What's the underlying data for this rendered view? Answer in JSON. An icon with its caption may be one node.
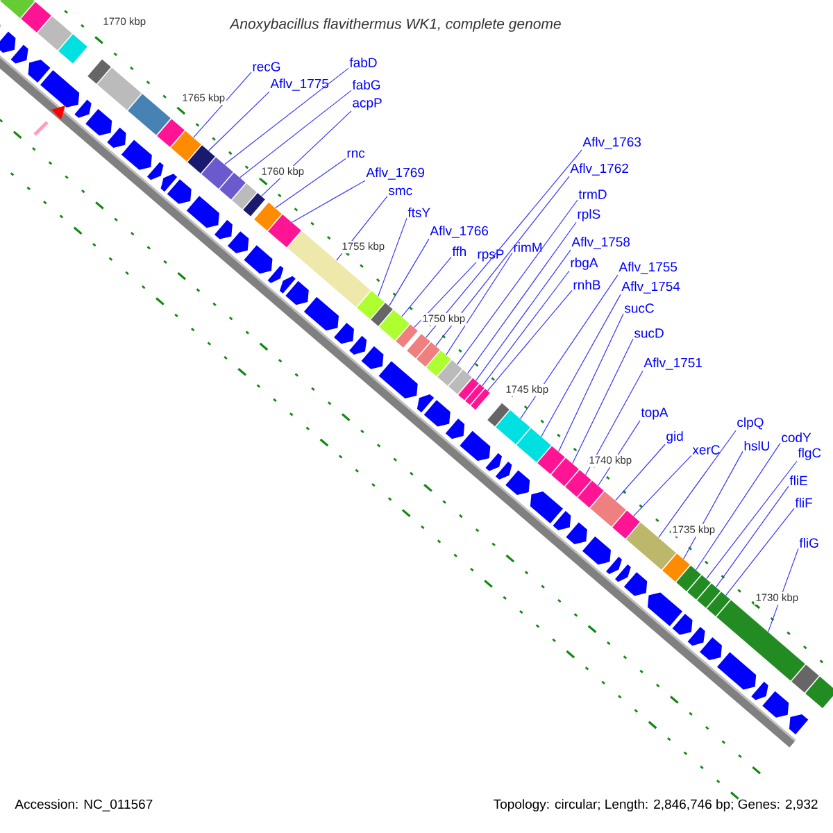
{
  "diagram": {
    "title": "Anoxybacillus flavithermus WK1, complete genome",
    "nodes": [
      {
        "text": [
          "recG"
        ]
      },
      {
        "text": [
          "Aflv_1775"
        ]
      },
      {
        "text": [
          "fabD"
        ]
      },
      {
        "text": [
          "fabG"
        ]
      },
      {
        "text": [
          "acpP"
        ]
      },
      {
        "text": [
          "rnc"
        ]
      },
      {
        "text": [
          "Aflv_1769"
        ]
      },
      {
        "text": [
          "smc"
        ]
      },
      {
        "text": [
          "ftsY"
        ]
      },
      {
        "text": [
          "Aflv_1766"
        ]
      },
      {
        "text": [
          "ffh"
        ]
      },
      {
        "text": [
          "rpsP"
        ]
      },
      {
        "text": [
          "rimM"
        ]
      },
      {
        "text": [
          "Aflv_1763"
        ]
      },
      {
        "text": [
          "Aflv_1762"
        ]
      },
      {
        "text": [
          "trmD"
        ]
      },
      {
        "text": [
          "rplS"
        ]
      },
      {
        "text": [
          "Aflv_1758"
        ]
      },
      {
        "text": [
          "rbgA"
        ]
      },
      {
        "text": [
          "rnhB"
        ]
      },
      {
        "text": [
          "Aflv_1755"
        ]
      },
      {
        "text": [
          "Aflv_1754"
        ]
      },
      {
        "text": [
          "sucC"
        ]
      },
      {
        "text": [
          "sucD"
        ]
      },
      {
        "text": [
          "Aflv_1751"
        ]
      },
      {
        "text": [
          "topA"
        ]
      },
      {
        "text": [
          "gid"
        ]
      },
      {
        "text": [
          "xerC"
        ]
      },
      {
        "text": [
          "clpQ"
        ]
      },
      {
        "text": [
          "hslU"
        ]
      },
      {
        "text": [
          "codY"
        ]
      },
      {
        "text": [
          "flgC"
        ]
      },
      {
        "text": [
          "fliE"
        ]
      },
      {
        "text": [
          "fliF"
        ]
      },
      {
        "text": [
          "fliG"
        ]
      },
      {
        "text": [],
        "shape": "bar"
      },
      {
        "text": [],
        "shape": "bar"
      },
      {
        "text": [],
        "shape": "bar"
      },
      {
        "text": [],
        "shape": "bar"
      },
      {
        "text": [],
        "shape": "bar"
      },
      {
        "text": [],
        "shape": "bar"
      },
      {
        "text": [],
        "shape": "bar"
      },
      {
        "text": [],
        "shape": "bar"
      },
      {
        "text": [],
        "shape": "bar"
      },
      {
        "text": [],
        "shape": "bar"
      },
      {
        "text": [],
        "shape": "bar"
      },
      {
        "text": [],
        "shape": "bar"
      },
      {
        "text": [],
        "shape": "bar"
      },
      {
        "text": [],
        "shape": "bar"
      },
      {
        "text": [],
        "shape": "bar"
      },
      {
        "text": [],
        "shape": "bar"
      },
      {
        "text": [],
        "shape": "bar"
      },
      {
        "text": [],
        "shape": "bar"
      },
      {
        "text": [],
        "shape": "bar"
      },
      {
        "text": [],
        "shape": "bar"
      },
      {
        "text": [],
        "shape": "bar"
      },
      {
        "text": [],
        "shape": "bar"
      },
      {
        "text": [],
        "shape": "bar"
      },
      {
        "text": [],
        "shape": "bar"
      },
      {
        "text": [],
        "shape": "bar"
      },
      {
        "text": [],
        "shape": "bar"
      },
      {
        "text": [],
        "shape": "bar"
      },
      {
        "text": [],
        "shape": "bar"
      },
      {
        "text": [],
        "shape": "bar"
      },
      {
        "text": [],
        "shape": "bar"
      },
      {
        "text": [],
        "shape": "bar"
      },
      {
        "text": [],
        "shape": "bar"
      },
      {
        "text": [],
        "shape": "bar"
      },
      {
        "text": [],
        "shape": "bar"
      },
      {
        "text": [],
        "shape": "bar"
      },
      {
        "text": [],
        "shape": "bar"
      },
      {
        "text": [],
        "shape": "bar"
      },
      {
        "text": [],
        "shape": "bar"
      },
      {
        "text": [],
        "shape": "bar"
      },
      {
        "text": [],
        "shape": "bar"
      },
      {
        "text": [],
        "shape": "bar"
      },
      {
        "text": [],
        "shape": "bar"
      },
      {
        "text": [],
        "shape": "bar"
      },
      {
        "text": [],
        "shape": "bar"
      },
      {
        "text": [],
        "shape": "bar"
      },
      {
        "text": [],
        "shape": "bar"
      },
      {
        "text": [],
        "shape": "bar"
      }
    ],
    "edges": [
      {
        "from": 0,
        "to": 43,
        "arrow": "none"
      },
      {
        "from": 1,
        "to": 44,
        "arrow": "none"
      },
      {
        "from": 2,
        "to": 45,
        "arrow": "none"
      },
      {
        "from": 3,
        "to": 46,
        "arrow": "none"
      },
      {
        "from": 4,
        "to": 48,
        "arrow": "none"
      },
      {
        "from": 5,
        "to": 49,
        "arrow": "none"
      },
      {
        "from": 6,
        "to": 50,
        "arrow": "none"
      },
      {
        "from": 7,
        "to": 51,
        "arrow": "none"
      },
      {
        "from": 8,
        "to": 52,
        "arrow": "none"
      },
      {
        "from": 9,
        "to": 53,
        "arrow": "none"
      },
      {
        "from": 10,
        "to": 54,
        "arrow": "none"
      },
      {
        "from": 11,
        "to": 55,
        "arrow": "none"
      },
      {
        "from": 12,
        "to": 58,
        "arrow": "none"
      },
      {
        "from": 13,
        "to": 56,
        "arrow": "none"
      },
      {
        "from": 14,
        "to": 57,
        "arrow": "none"
      },
      {
        "from": 15,
        "to": 59,
        "arrow": "none"
      },
      {
        "from": 16,
        "to": 60,
        "arrow": "none"
      },
      {
        "from": 17,
        "to": 61,
        "arrow": "none"
      },
      {
        "from": 18,
        "to": 62,
        "arrow": "none"
      },
      {
        "from": 19,
        "to": 63,
        "arrow": "none"
      },
      {
        "from": 20,
        "to": 65,
        "arrow": "none"
      },
      {
        "from": 21,
        "to": 66,
        "arrow": "none"
      },
      {
        "from": 22,
        "to": 67,
        "arrow": "none"
      },
      {
        "from": 23,
        "to": 68,
        "arrow": "none"
      },
      {
        "from": 24,
        "to": 69,
        "arrow": "none"
      },
      {
        "from": 25,
        "to": 70,
        "arrow": "none"
      },
      {
        "from": 26,
        "to": 71,
        "arrow": "none"
      },
      {
        "from": 27,
        "to": 72,
        "arrow": "none"
      },
      {
        "from": 28,
        "to": 73,
        "arrow": "none"
      },
      {
        "from": 29,
        "to": 74,
        "arrow": "none"
      },
      {
        "from": 30,
        "to": 75,
        "arrow": "none"
      },
      {
        "from": 31,
        "to": 76,
        "arrow": "none"
      },
      {
        "from": 32,
        "to": 77,
        "arrow": "none"
      },
      {
        "from": 33,
        "to": 78,
        "arrow": "none"
      },
      {
        "from": 34,
        "to": 79,
        "arrow": "none"
      }
    ],
    "labels": [
      "1770 kbp",
      "1765 kbp",
      "1760 kbp",
      "1755 kbp",
      "1750 kbp",
      "1745 kbp",
      "1740 kbp",
      "1735 kbp",
      "1730 kbp",
      "Accession: NC_011567",
      "Topology: circular; Length: 2,846,746 bp; Genes: 2,932"
    ]
  }
}
